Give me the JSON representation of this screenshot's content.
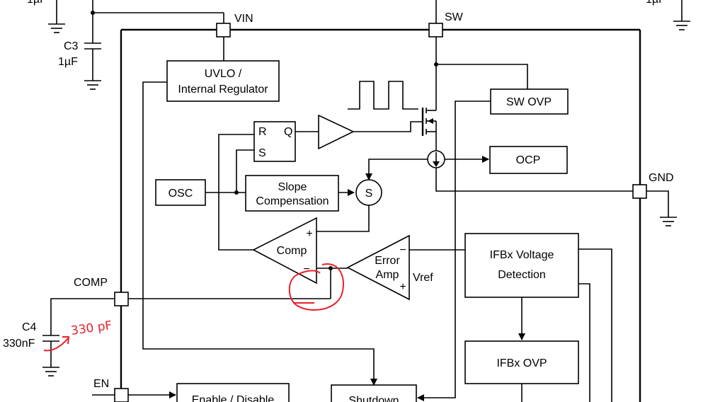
{
  "components": {
    "c3_name": "C3",
    "c3_value": "1µF",
    "top_left_value": "1µF",
    "top_right_value": "1µF",
    "c4_name": "C4",
    "c4_value": "330nF"
  },
  "pins": {
    "vin": "VIN",
    "sw": "SW",
    "gnd": "GND",
    "comp": "COMP",
    "en": "EN"
  },
  "blocks": {
    "uvlo_line1": "UVLO /",
    "uvlo_line2": "Internal Regulator",
    "sw_ovp": "SW OVP",
    "ocp": "OCP",
    "osc": "OSC",
    "slope_line1": "Slope",
    "slope_line2": "Compensation",
    "sr_r": "R",
    "sr_s": "S",
    "sr_q": "Q",
    "sum": "S",
    "comp": "Comp",
    "comp_plus": "+",
    "comp_minus": "−",
    "error_line1": "Error",
    "error_line2": "Amp",
    "error_minus": "−",
    "error_plus": "+",
    "vref": "Vref",
    "ifbx_line1": "IFBx Voltage",
    "ifbx_line2": "Detection",
    "ifbx_ovp": "IFBx OVP",
    "enable": "Enable / Disable",
    "shutdown": "Shutdown"
  },
  "annotation": {
    "handwritten": "330 pF"
  }
}
